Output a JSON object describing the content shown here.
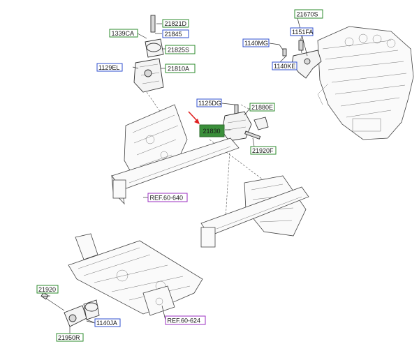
{
  "labels": {
    "p21821D": "21821D",
    "p1339CA": "1339CA",
    "p21845": "21845",
    "p21825S": "21825S",
    "p1129EL": "1129EL",
    "p21810A": "21810A",
    "p21670S": "21670S",
    "p1151FA": "1151FA",
    "p1140MG": "1140MG",
    "p1140KE": "1140KE",
    "p1125DG": "1125DG",
    "p21880E": "21880E",
    "p21830": "21830",
    "p21920F": "21920F",
    "ref60640": "REF.60-640",
    "p21920": "21920",
    "p1140JA": "1140JA",
    "ref60624": "REF.60-624",
    "p21950R": "21950R"
  },
  "colors": {
    "part_border": "#2e8b2e",
    "alt_border": "#2f4fcf",
    "ref_border": "#9b2fc0",
    "highlight_fill": "#3a8f3a",
    "arrow": "#e02020"
  }
}
